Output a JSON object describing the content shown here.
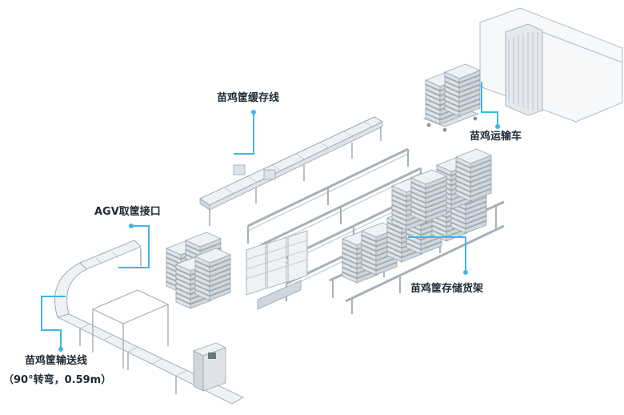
{
  "labels": {
    "cache_line": "苗鸡筐缓存线",
    "transport_cart": "苗鸡运输车",
    "agv_port": "AGV取筐接口",
    "storage_rack": "苗鸡筐存储货架",
    "conveyor_line": "苗鸡筐输送线",
    "conveyor_spec": "（90°转弯，0.59m）"
  },
  "colors": {
    "callout": "#3fb6e6",
    "outline": "#9aa4ad",
    "panel": "#e9eef2",
    "panel_dark": "#cfd7de"
  }
}
